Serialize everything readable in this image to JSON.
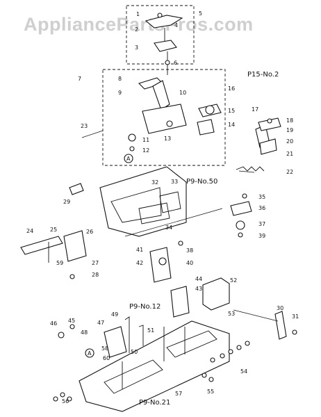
{
  "watermark": "AppliancePartsPros.com",
  "subassembly_refs": [
    "P15-No.2",
    "P9-No.50",
    "P9-No.12",
    "P9-No.21"
  ],
  "callout_letter": "A",
  "part_numbers": [
    "1",
    "2",
    "3",
    "4",
    "5",
    "6",
    "7",
    "8",
    "9",
    "10",
    "11",
    "12",
    "13",
    "14",
    "15",
    "16",
    "17",
    "18",
    "19",
    "20",
    "21",
    "22",
    "23",
    "24",
    "25",
    "26",
    "27",
    "28",
    "29",
    "30",
    "31",
    "32",
    "33",
    "34",
    "35",
    "36",
    "37",
    "38",
    "39",
    "40",
    "41",
    "42",
    "43",
    "44",
    "45",
    "46",
    "47",
    "48",
    "49",
    "50",
    "51",
    "52",
    "53",
    "54",
    "55",
    "56",
    "57",
    "58",
    "59",
    "60"
  ]
}
